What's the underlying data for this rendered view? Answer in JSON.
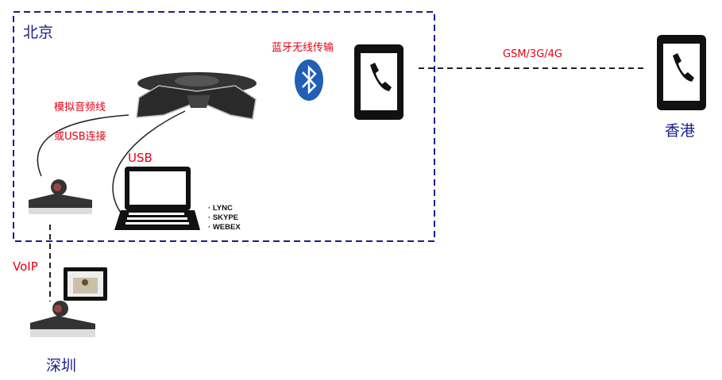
{
  "locations": {
    "beijing": "北京",
    "hongkong": "香港",
    "shenzhen": "深圳"
  },
  "labels": {
    "bluetooth": "蓝牙无线传输",
    "analog_line": "模拟音频线",
    "or_usb": "或USB连接",
    "usb": "USB",
    "gsm": "GSM/3G/4G",
    "voip": "VoIP"
  },
  "software": [
    "LYNC",
    "SKYPE",
    "WEBEX"
  ],
  "colors": {
    "region_border": "#1a1f8a",
    "label_red": "#e60012",
    "bluetooth_blue": "#1f5fb4"
  }
}
